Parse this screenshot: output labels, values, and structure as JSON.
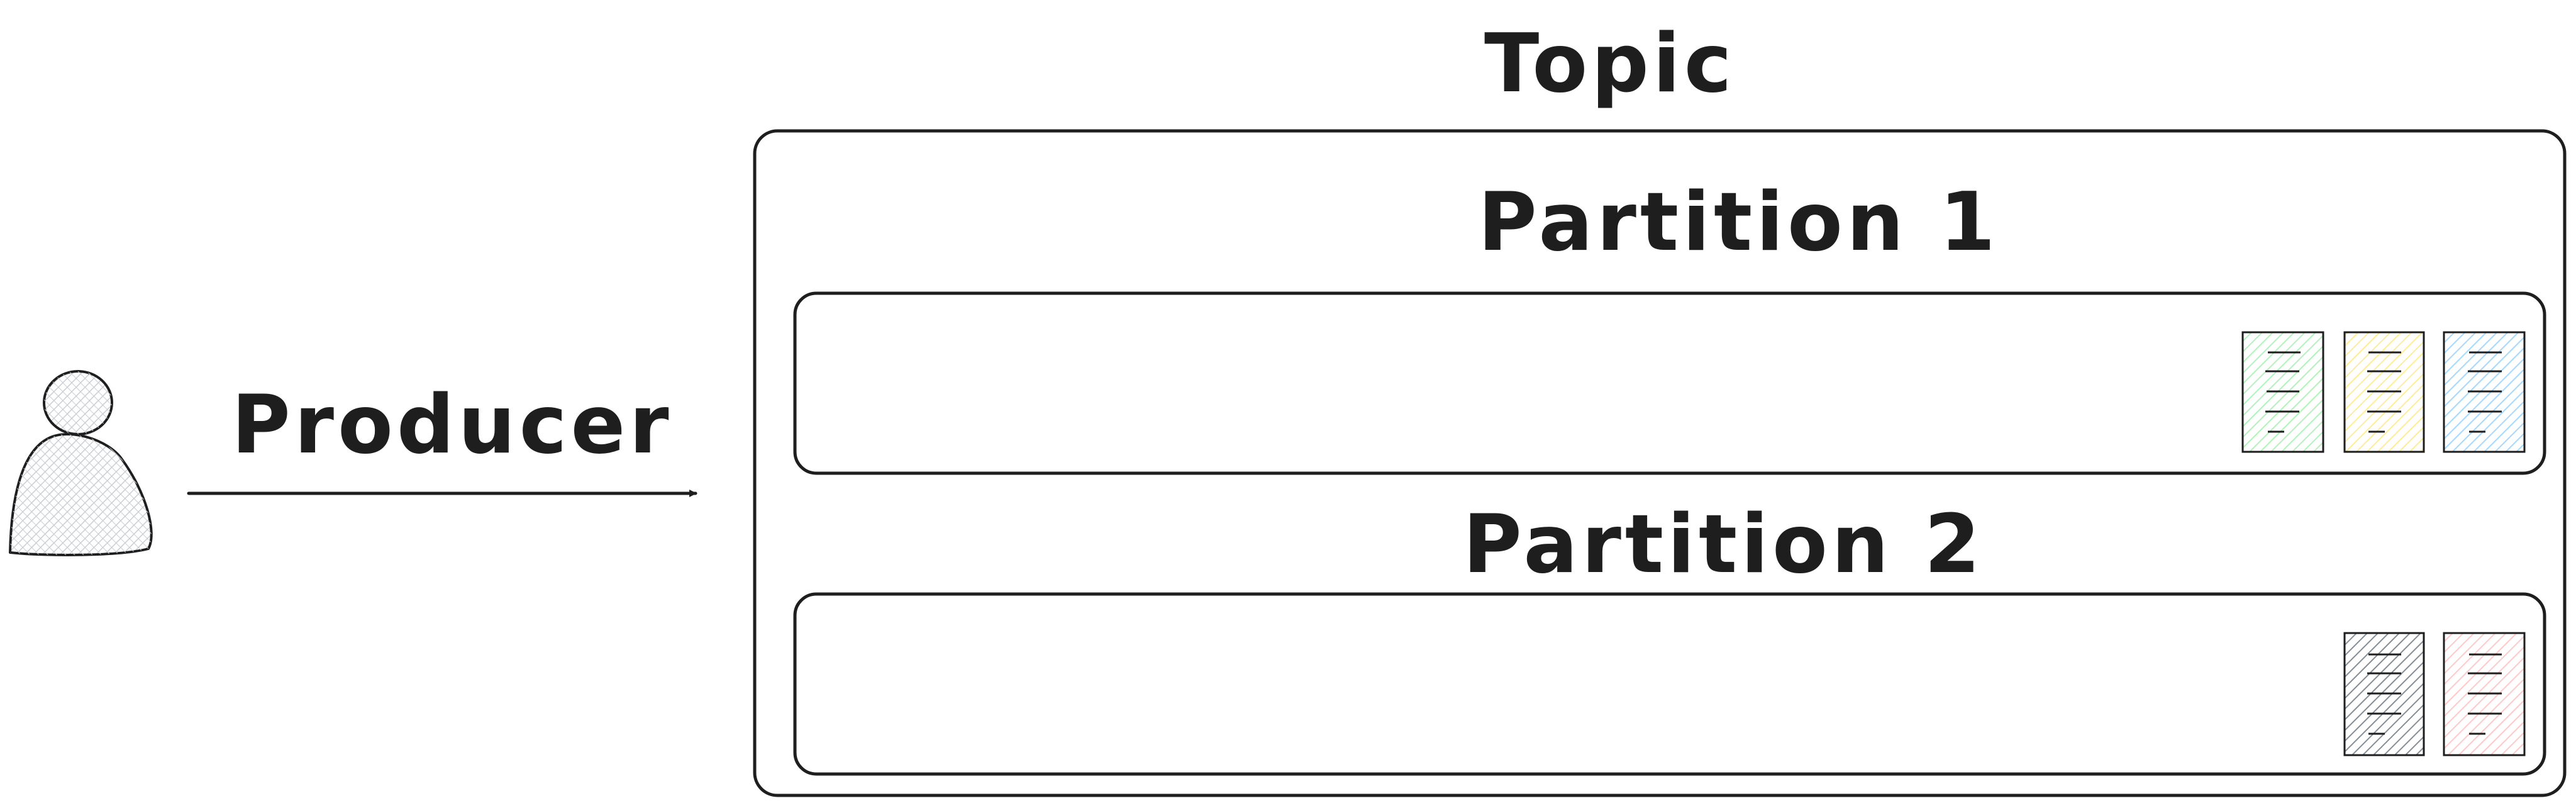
{
  "diagram": {
    "topic": {
      "label": "Topic"
    },
    "producer": {
      "label": "Producer",
      "icon": "user-icon"
    },
    "partitions": [
      {
        "label": "Partition 1",
        "messages": [
          {
            "icon": "message-icon",
            "color": "#b2f2bb"
          },
          {
            "icon": "message-icon",
            "color": "#ffec99"
          },
          {
            "icon": "message-icon",
            "color": "#a5d8ff"
          }
        ]
      },
      {
        "label": "Partition 2",
        "messages": [
          {
            "icon": "message-icon",
            "color": "#868e96"
          },
          {
            "icon": "message-icon",
            "color": "#ffc9c9"
          }
        ]
      }
    ],
    "colors": {
      "stroke": "#1e1e1e",
      "producer_fill": "#dee2e6"
    }
  }
}
